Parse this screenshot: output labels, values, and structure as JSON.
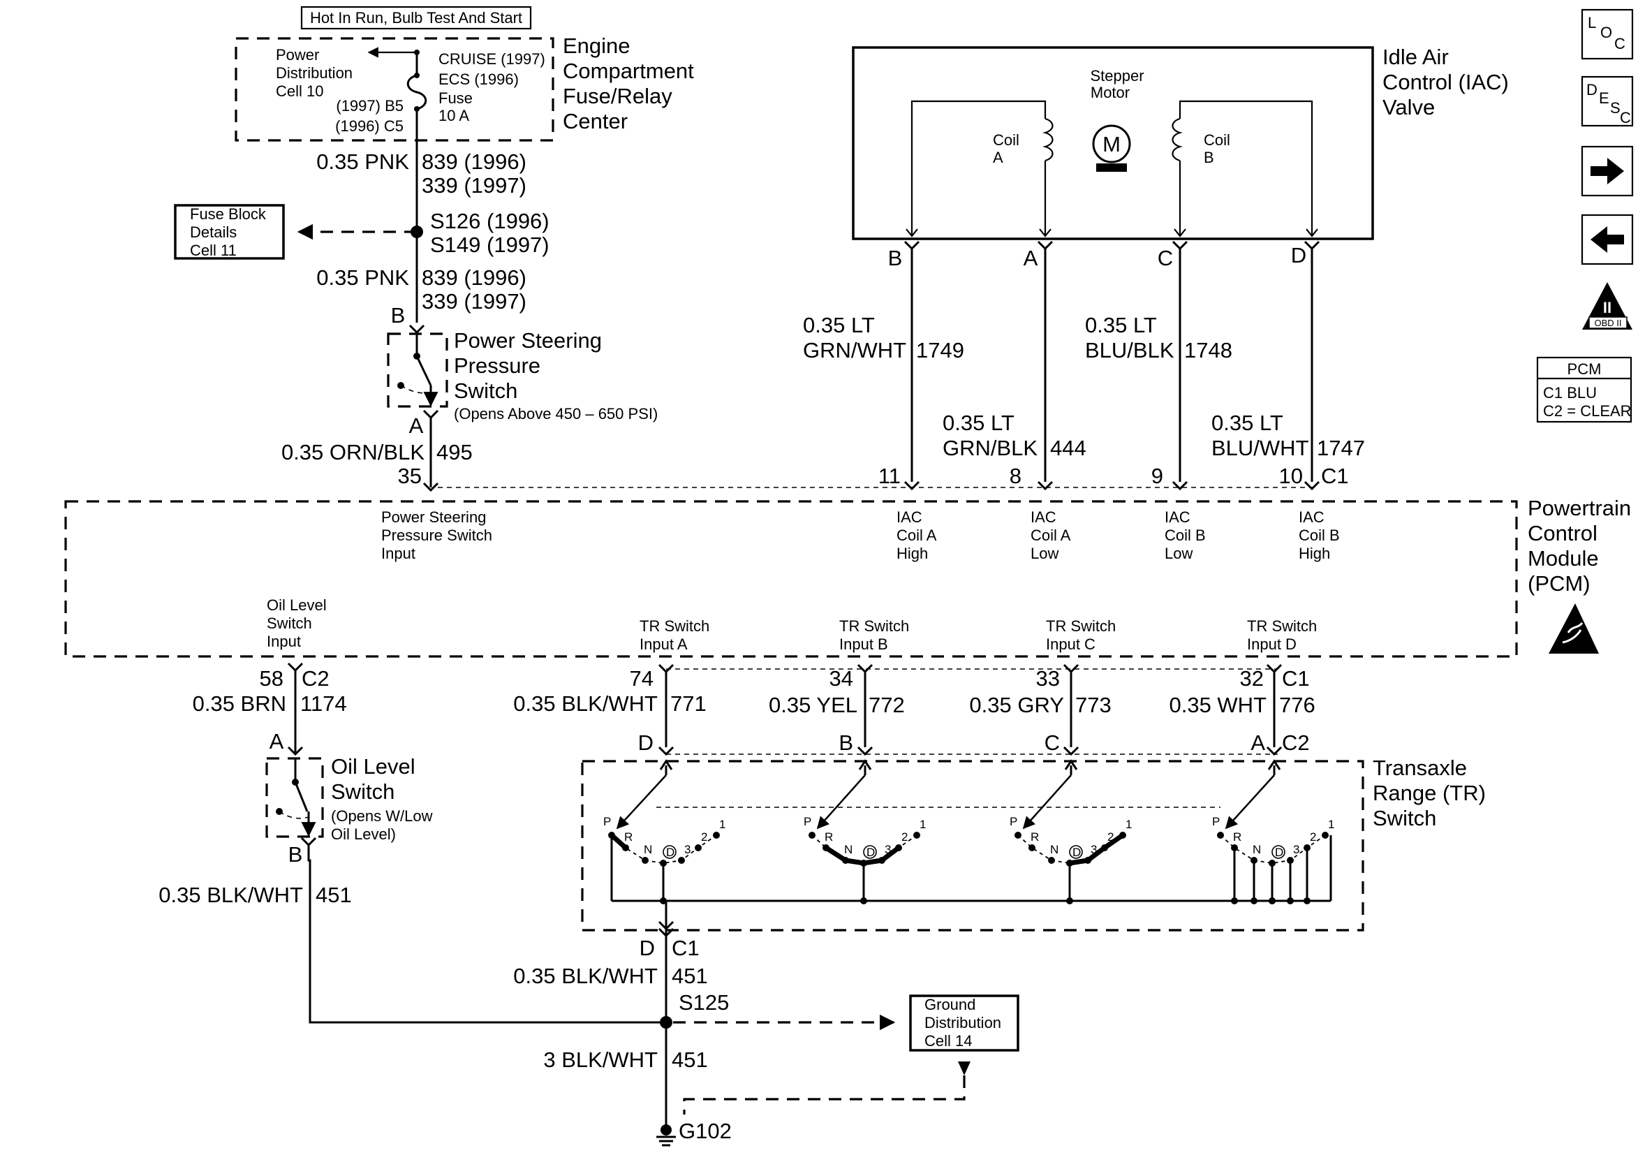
{
  "fuse_center": {
    "hot_label": "Hot In Run, Bulb Test And Start",
    "title": [
      "Engine",
      "Compartment",
      "Fuse/Relay",
      "Center"
    ],
    "power_dist": [
      "Power",
      "Distribution",
      "Cell 10"
    ],
    "fuse": [
      "CRUISE (1997)",
      "ECS (1996)",
      "Fuse",
      "10 A"
    ],
    "pins": [
      "(1997) B5",
      "(1996) C5"
    ]
  },
  "fuse_block": [
    "Fuse Block",
    "Details",
    "Cell 11"
  ],
  "splice_top": [
    "S126 (1996)",
    "S149 (1997)"
  ],
  "wire_upper_1": {
    "gauge": "0.35 PNK",
    "circuit": [
      "839 (1996)",
      "339 (1997)"
    ]
  },
  "wire_upper_2": {
    "gauge": "0.35 PNK",
    "circuit": [
      "839 (1996)",
      "339 (1997)"
    ]
  },
  "ps_switch": {
    "title": [
      "Power Steering",
      "Pressure",
      "Switch"
    ],
    "note": "(Opens Above 450 – 650 PSI)",
    "pin_top": "B",
    "pin_bottom": "A"
  },
  "wire_495": {
    "gauge": "0.35 ORN/BLK",
    "circuit": "495",
    "pin": "35"
  },
  "iac": {
    "title": [
      "Idle Air",
      "Control (IAC)",
      "Valve"
    ],
    "motor_label": [
      "Stepper",
      "Motor"
    ],
    "motor_symbol": "M",
    "coil_a": [
      "Coil",
      "A"
    ],
    "coil_b": [
      "Coil",
      "B"
    ],
    "pins": [
      "B",
      "A",
      "C",
      "D"
    ],
    "wires": [
      {
        "gauge": [
          "0.35 LT",
          "GRN/WHT"
        ],
        "circuit": "1749",
        "pcm_pin": "11"
      },
      {
        "gauge": [
          "0.35 LT",
          "GRN/BLK"
        ],
        "circuit": "444",
        "pcm_pin": "8"
      },
      {
        "gauge": [
          "0.35 LT",
          "BLU/BLK"
        ],
        "circuit": "1748",
        "pcm_pin": "9"
      },
      {
        "gauge": [
          "0.35 LT",
          "BLU/WHT"
        ],
        "circuit": "1747",
        "pcm_pin": "10"
      }
    ],
    "connector": "C1"
  },
  "pcm": {
    "title": [
      "Powertrain",
      "Control",
      "Module",
      "(PCM)"
    ],
    "ps_input": [
      "Power Steering",
      "Pressure Switch",
      "Input"
    ],
    "iac_labels": [
      [
        "IAC",
        "Coil A",
        "High"
      ],
      [
        "IAC",
        "Coil A",
        "Low"
      ],
      [
        "IAC",
        "Coil B",
        "Low"
      ],
      [
        "IAC",
        "Coil B",
        "High"
      ]
    ],
    "oil_input": [
      "Oil Level",
      "Switch",
      "Input"
    ],
    "tr_inputs": [
      [
        "TR Switch",
        "Input A"
      ],
      [
        "TR Switch",
        "Input B"
      ],
      [
        "TR Switch",
        "Input C"
      ],
      [
        "TR Switch",
        "Input D"
      ]
    ]
  },
  "connector_legend": {
    "title": "PCM",
    "c1": "C1   BLU",
    "c2": "C2 = CLEAR"
  },
  "oil_wire": {
    "pin": "58",
    "connector": "C2",
    "gauge": "0.35 BRN",
    "circuit": "1174"
  },
  "oil_switch": {
    "title": [
      "Oil Level",
      "Switch"
    ],
    "note": [
      "(Opens W/Low",
      "Oil Level)"
    ],
    "pin_top": "A",
    "pin_bottom": "B"
  },
  "oil_ground_wire": {
    "gauge": "0.35 BLK/WHT",
    "circuit": "451"
  },
  "tr_wires": [
    {
      "pin": "74",
      "gauge": "0.35 BLK/WHT",
      "circuit": "771",
      "tr_pin": "D"
    },
    {
      "pin": "34",
      "gauge": "0.35 YEL",
      "circuit": "772",
      "tr_pin": "B"
    },
    {
      "pin": "33",
      "gauge": "0.35 GRY",
      "circuit": "773",
      "tr_pin": "C"
    },
    {
      "pin": "32",
      "gauge": "0.35 WHT",
      "circuit": "776",
      "tr_pin": "A"
    }
  ],
  "tr_connectors": {
    "pcm": "C1",
    "tr": "C2"
  },
  "tr_switch": {
    "title": [
      "Transaxle",
      "Range (TR)",
      "Switch"
    ],
    "positions": [
      "P",
      "R",
      "N",
      "D",
      "3",
      "2",
      "1"
    ]
  },
  "ground_wire_1": {
    "pin": "D",
    "connector": "C1",
    "gauge": "0.35 BLK/WHT",
    "circuit": "451"
  },
  "splice_bottom": "S125",
  "ground_dist": [
    "Ground",
    "Distribution",
    "Cell 14"
  ],
  "ground_wire_2": {
    "gauge": "3 BLK/WHT",
    "circuit": "451"
  },
  "ground": "G102",
  "nav": {
    "loc": [
      "L",
      "O",
      "C"
    ],
    "desc": [
      "D",
      "E",
      "S",
      "C"
    ],
    "next": "→",
    "prev": "←",
    "obd": {
      "mark": "II",
      "label": "OBD II"
    }
  }
}
